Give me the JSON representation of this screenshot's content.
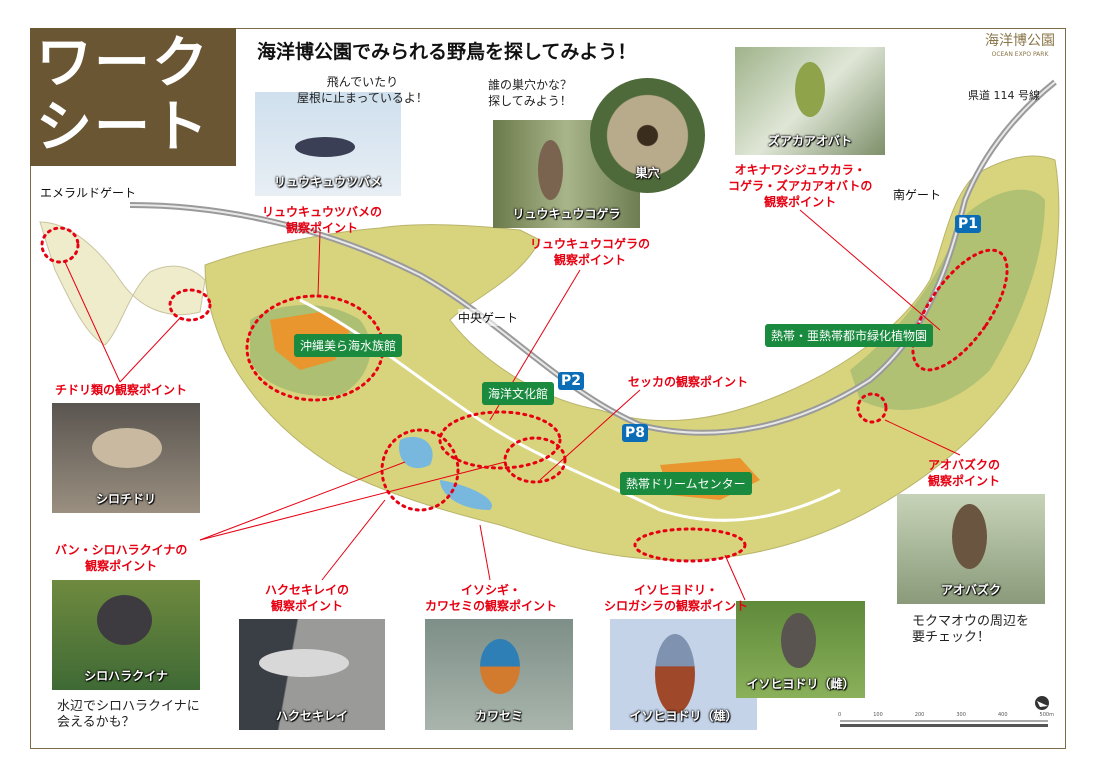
{
  "title": {
    "line1": "ワーク",
    "line2": "シート"
  },
  "heading": "海洋博公園でみられる野鳥を探してみよう！",
  "logo": {
    "jp": "海洋博公園",
    "en": "OCEAN EXPO PARK"
  },
  "road_label": "県道 114 号線",
  "gates": {
    "emerald": "エメラルドゲート",
    "central": "中央ゲート",
    "south": "南ゲート"
  },
  "facilities": [
    "沖縄美ら海水族館",
    "海洋文化館",
    "熱帯ドリームセンター",
    "熱帯・亜熱帯都市緑化植物園"
  ],
  "parking": [
    "P1",
    "P2",
    "P8"
  ],
  "notes": {
    "swallow": [
      "飛んでいたり",
      "屋根に止まっているよ！"
    ],
    "nest": [
      "誰の巣穴かな？",
      "探してみよう！"
    ],
    "rail": [
      "水辺でシロハラクイナに",
      "会えるかも？"
    ],
    "owl": [
      "モクマオウの周辺を",
      "要チェック！"
    ]
  },
  "points": {
    "swallow": [
      "リュウキュウツバメの",
      "観察ポイント"
    ],
    "woodpecker": [
      "リュウキュウコゲラの",
      "観察ポイント"
    ],
    "north": [
      "オキナワシジュウカラ・",
      "コゲラ・ズアカアオバトの",
      "観察ポイント"
    ],
    "plover": "チドリ類の観察ポイント",
    "cisticola": "セッカの観察ポイント",
    "owl": [
      "アオバズクの",
      "観察ポイント"
    ],
    "rail": [
      "バン・シロハラクイナの",
      "観察ポイント"
    ],
    "wagtail": [
      "ハクセキレイの",
      "観察ポイント"
    ],
    "kingfisher": [
      "イソシギ・",
      "カワセミの観察ポイント"
    ],
    "thrush": [
      "イソヒヨドリ・",
      "シロガシラの観察ポイント"
    ]
  },
  "photos": {
    "swallow": "リュウキュウツバメ",
    "woodpecker": "リュウキュウコゲラ",
    "nest": "巣穴",
    "pigeon": "ズアカアオバト",
    "plover": "シロチドリ",
    "owl": "アオバズク",
    "rail": "シロハラクイナ",
    "wagtail": "ハクセキレイ",
    "kingfisher": "カワセミ",
    "thrush_male": "イソヒヨドリ（雄）",
    "thrush_female": "イソヒヨドリ（雌）"
  },
  "scale": [
    "0",
    "100",
    "200",
    "300",
    "400",
    "500m"
  ],
  "colors": {
    "brown": "#6b5634",
    "red": "#e60012",
    "green": "#1a8a3f",
    "blue": "#0b6db5",
    "land": "#d8d47e"
  }
}
